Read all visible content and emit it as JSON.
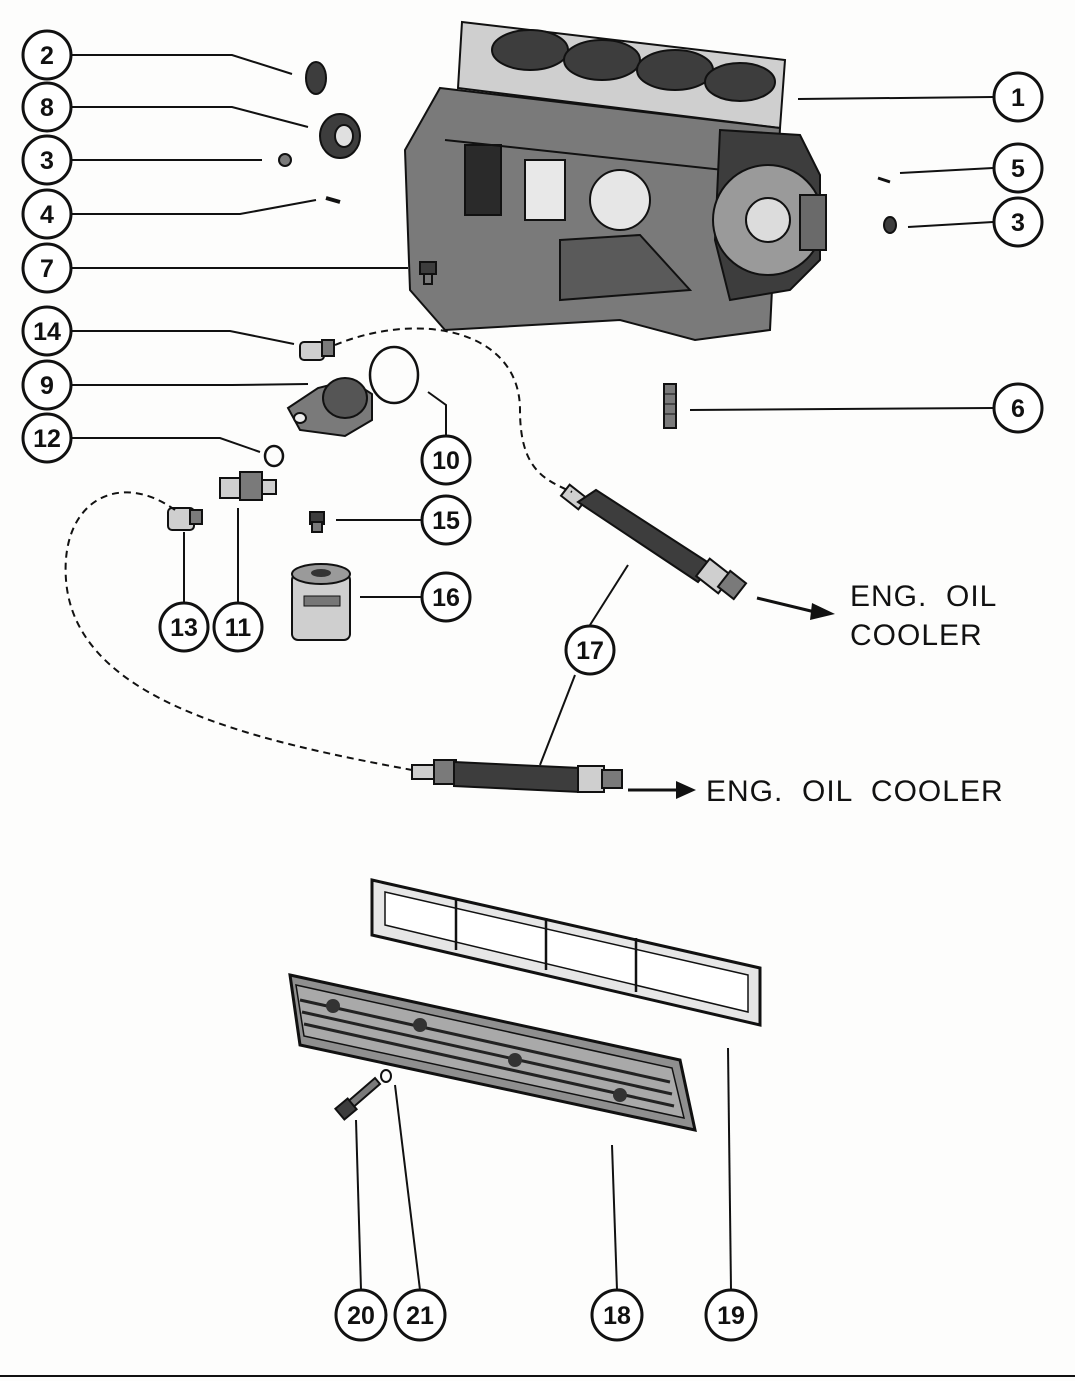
{
  "callouts": {
    "c1": "1",
    "c2": "2",
    "c3a": "3",
    "c3b": "3",
    "c4": "4",
    "c5": "5",
    "c6": "6",
    "c7": "7",
    "c8": "8",
    "c9": "9",
    "c10": "10",
    "c11": "11",
    "c12": "12",
    "c13": "13",
    "c14": "14",
    "c15": "15",
    "c16": "16",
    "c17": "17",
    "c18": "18",
    "c19": "19",
    "c20": "20",
    "c21": "21"
  },
  "destinations": {
    "upper_line1": "ENG.  OIL",
    "upper_line2": "COOLER",
    "lower": "ENG.  OIL  COOLER"
  }
}
